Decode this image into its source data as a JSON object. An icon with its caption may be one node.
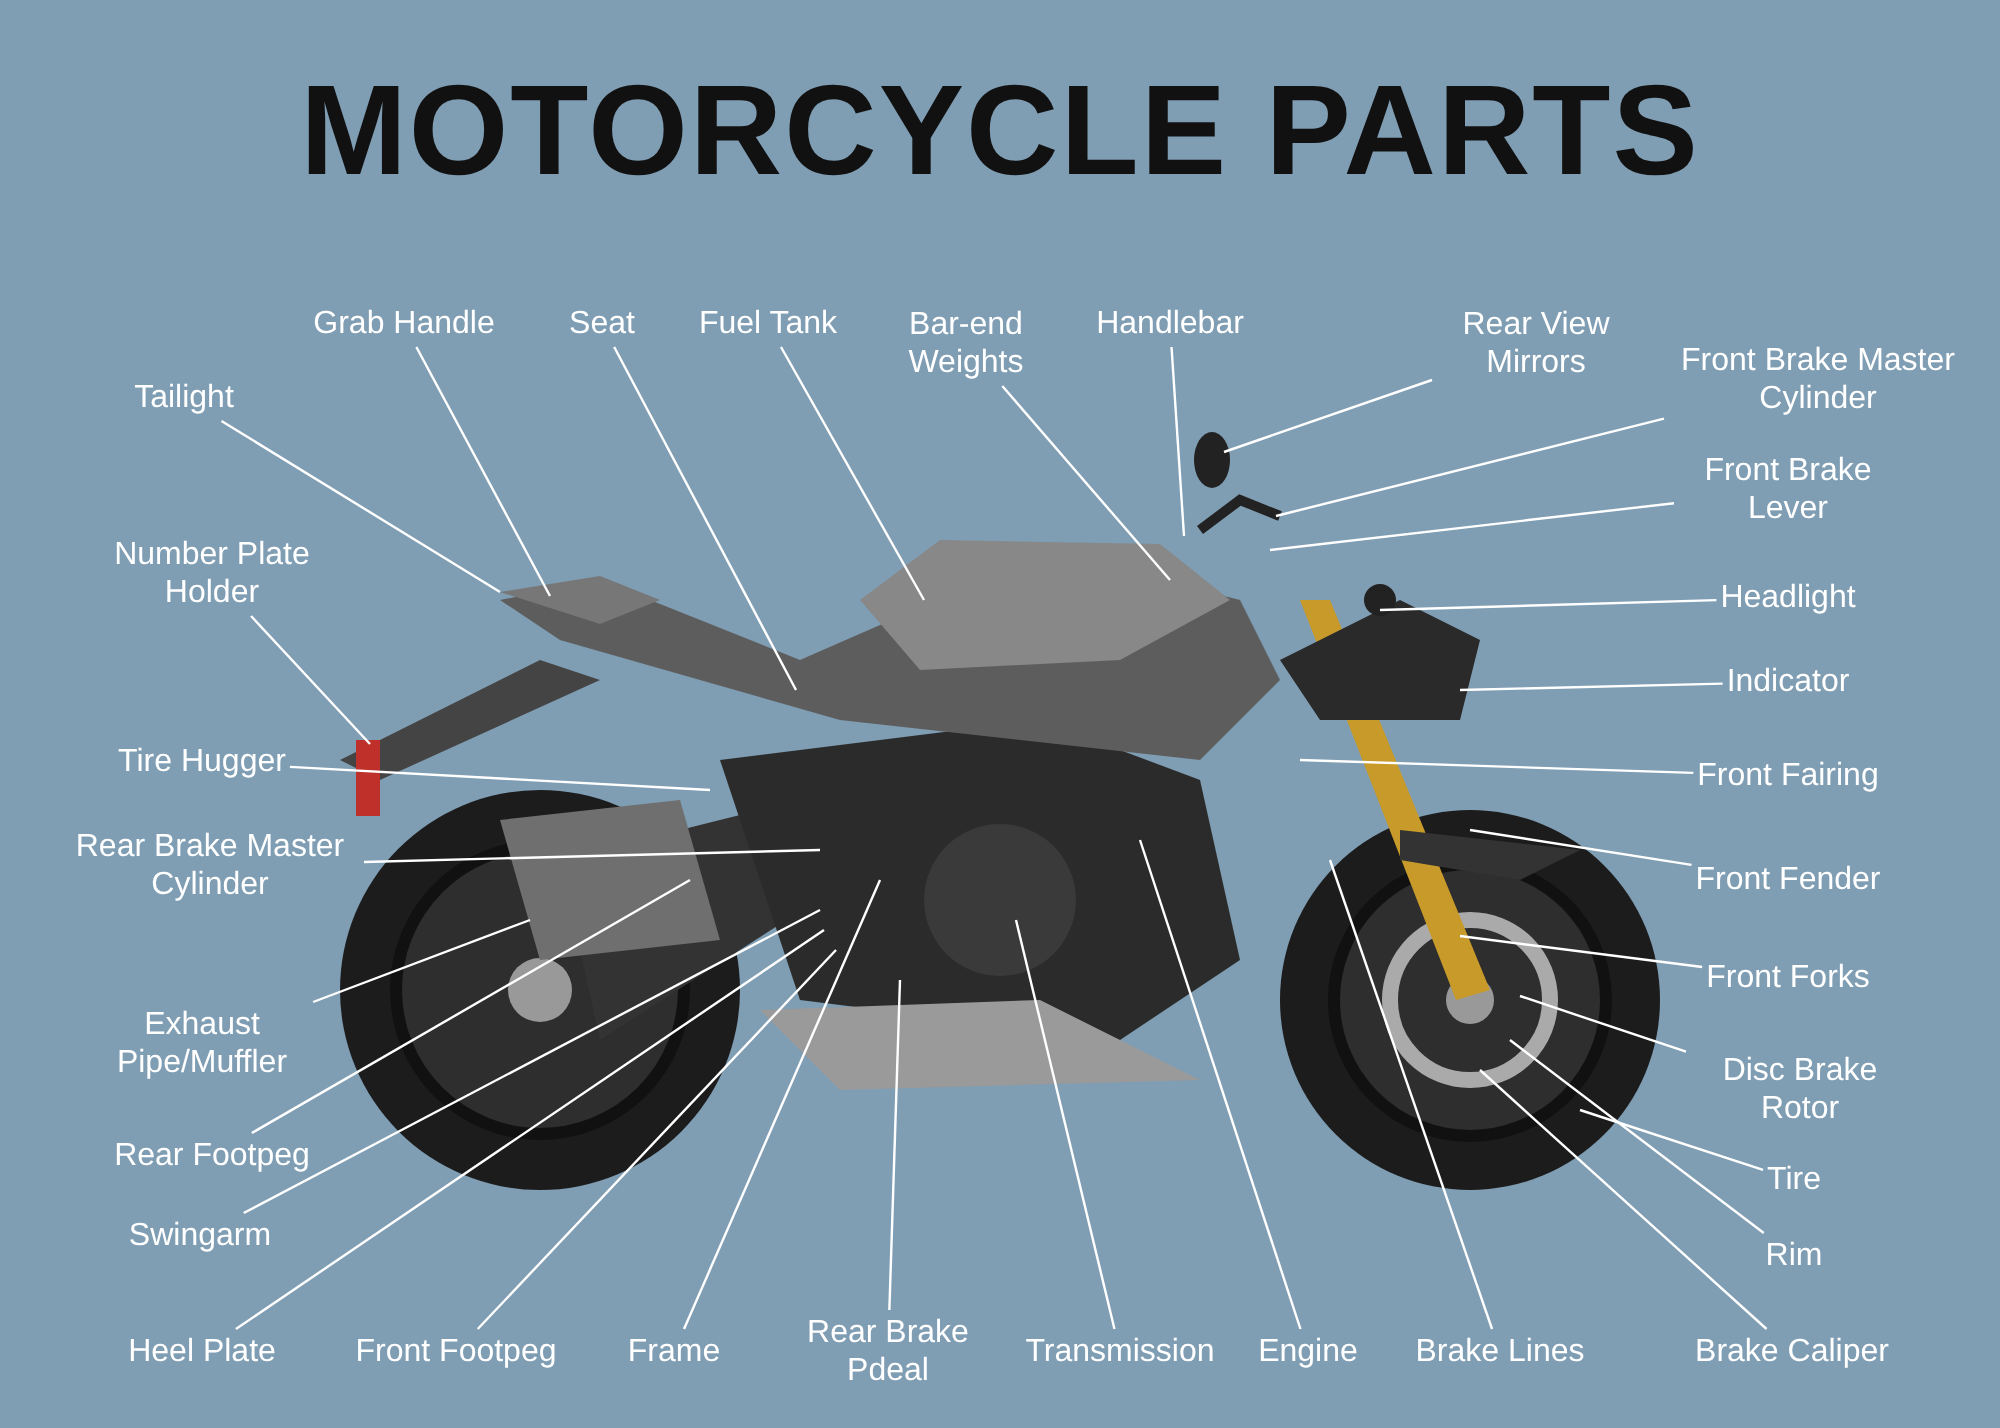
{
  "diagram": {
    "title": "MOTORCYCLE PARTS",
    "nodes": [
      {
        "text": [
          "Tailight"
        ]
      },
      {
        "text": [
          "Grab Handle"
        ]
      },
      {
        "text": [
          "Seat"
        ]
      },
      {
        "text": [
          "Fuel Tank"
        ]
      },
      {
        "text": [
          "Bar-end Weights"
        ]
      },
      {
        "text": [
          "Handlebar"
        ]
      },
      {
        "text": [
          "Rear View Mirrors"
        ]
      },
      {
        "text": [
          "Front Brake Master Cylinder"
        ]
      },
      {
        "text": [
          "Front Brake Lever"
        ]
      },
      {
        "text": [
          "Headlight"
        ]
      },
      {
        "text": [
          "Indicator"
        ]
      },
      {
        "text": [
          "Front Fairing"
        ]
      },
      {
        "text": [
          "Front Fender"
        ]
      },
      {
        "text": [
          "Front Forks"
        ]
      },
      {
        "text": [
          "Disc Brake Rotor"
        ]
      },
      {
        "text": [
          "Tire"
        ]
      },
      {
        "text": [
          "Rim"
        ]
      },
      {
        "text": [
          "Brake Caliper"
        ]
      },
      {
        "text": [
          "Brake Lines"
        ]
      },
      {
        "text": [
          "Engine"
        ]
      },
      {
        "text": [
          "Transmission"
        ]
      },
      {
        "text": [
          "Rear Brake Pdeal"
        ]
      },
      {
        "text": [
          "Frame"
        ]
      },
      {
        "text": [
          "Front Footpeg"
        ]
      },
      {
        "text": [
          "Heel Plate"
        ]
      },
      {
        "text": [
          "Swingarm"
        ]
      },
      {
        "text": [
          "Rear Footpeg"
        ]
      },
      {
        "text": [
          "Exhaust Pipe/Muffler"
        ]
      },
      {
        "text": [
          "Rear Brake Master Cylinder"
        ]
      },
      {
        "text": [
          "Tire Hugger"
        ]
      },
      {
        "text": [
          "Number Plate Holder"
        ]
      }
    ],
    "edges": [
      {
        "from": 0,
        "to": null,
        "arrow": "none"
      },
      {
        "from": 1,
        "to": null,
        "arrow": "none"
      },
      {
        "from": 2,
        "to": null,
        "arrow": "none"
      },
      {
        "from": 3,
        "to": null,
        "arrow": "none"
      },
      {
        "from": 4,
        "to": null,
        "arrow": "none"
      },
      {
        "from": 5,
        "to": null,
        "arrow": "none"
      },
      {
        "from": 6,
        "to": null,
        "arrow": "none"
      },
      {
        "from": 7,
        "to": null,
        "arrow": "none"
      },
      {
        "from": 8,
        "to": null,
        "arrow": "none"
      },
      {
        "from": 9,
        "to": null,
        "arrow": "none"
      },
      {
        "from": 10,
        "to": null,
        "arrow": "none"
      },
      {
        "from": 11,
        "to": null,
        "arrow": "none"
      },
      {
        "from": 12,
        "to": null,
        "arrow": "none"
      },
      {
        "from": 13,
        "to": null,
        "arrow": "none"
      },
      {
        "from": 14,
        "to": null,
        "arrow": "none"
      },
      {
        "from": 15,
        "to": null,
        "arrow": "none"
      },
      {
        "from": 16,
        "to": null,
        "arrow": "none"
      },
      {
        "from": 17,
        "to": null,
        "arrow": "none"
      },
      {
        "from": 18,
        "to": null,
        "arrow": "none"
      },
      {
        "from": 19,
        "to": null,
        "arrow": "none"
      },
      {
        "from": 20,
        "to": null,
        "arrow": "none"
      },
      {
        "from": 21,
        "to": null,
        "arrow": "none"
      },
      {
        "from": 22,
        "to": null,
        "arrow": "none"
      },
      {
        "from": 23,
        "to": null,
        "arrow": "none"
      },
      {
        "from": 24,
        "to": null,
        "arrow": "none"
      },
      {
        "from": 25,
        "to": null,
        "arrow": "none"
      },
      {
        "from": 26,
        "to": null,
        "arrow": "none"
      },
      {
        "from": 27,
        "to": null,
        "arrow": "none"
      },
      {
        "from": 28,
        "to": null,
        "arrow": "none"
      },
      {
        "from": 29,
        "to": null,
        "arrow": "none"
      },
      {
        "from": 30,
        "to": null,
        "arrow": "none"
      }
    ]
  }
}
